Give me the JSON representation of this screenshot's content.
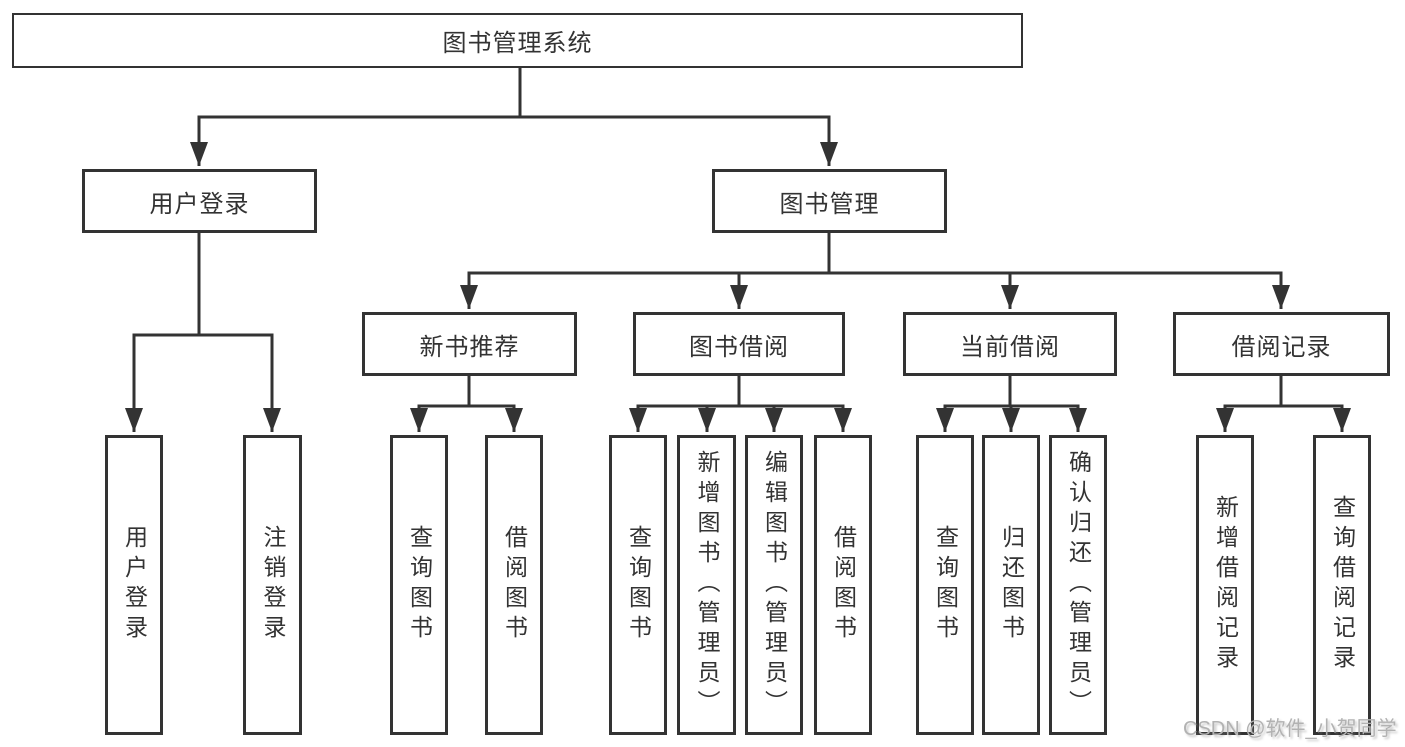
{
  "colors": {
    "line": "#333333",
    "box_border": "#333333",
    "text": "#333333",
    "background": "#ffffff",
    "watermark": "#b2b2b2"
  },
  "diagram": {
    "root": {
      "label": "图书管理系统"
    },
    "branches": [
      {
        "label": "用户登录",
        "leaves": [
          "用户登录",
          "注销登录"
        ]
      },
      {
        "label": "图书管理",
        "children": [
          {
            "label": "新书推荐",
            "leaves": [
              "查询图书",
              "借阅图书"
            ]
          },
          {
            "label": "图书借阅",
            "leaves": [
              "查询图书",
              "新增图书（管理员）",
              "编辑图书（管理员）",
              "借阅图书"
            ]
          },
          {
            "label": "当前借阅",
            "leaves": [
              "查询图书",
              "归还图书",
              "确认归还（管理员）"
            ]
          },
          {
            "label": "借阅记录",
            "leaves": [
              "新增借阅记录",
              "查询借阅记录"
            ]
          }
        ]
      }
    ]
  },
  "watermark": {
    "text": "CSDN @软件_小贺同学"
  }
}
